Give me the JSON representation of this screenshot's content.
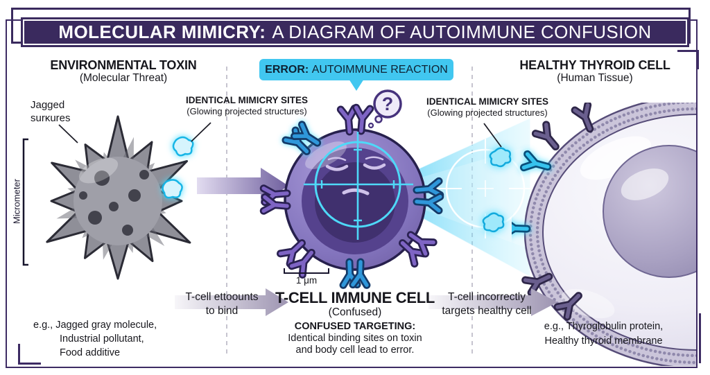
{
  "title": {
    "lead": "MOLECULAR MIMICRY:",
    "rest": "A DIAGRAM OF AUTOIMMUNE CONFUSION"
  },
  "toxin": {
    "heading": "ENVIRONMENTAL TOXIN",
    "subheading": "(Molecular Threat)",
    "surface_label": [
      "Jagged",
      "surĸures"
    ],
    "axis_label": "Micrometer",
    "examples": [
      "e.g., Jagged gray molecule,",
      "Industrial pollutant,",
      "Food additive"
    ]
  },
  "error_banner": {
    "lead": "ERROR:",
    "rest": "AUTOIMMUNE REACTION"
  },
  "mimicry_left": {
    "title": "IDENTICAL MIMICRY SITES",
    "subtitle": "(Glowing projected structures)"
  },
  "mimicry_right": {
    "title": "IDENTICAL MIMICRY SITES",
    "subtitle": "(Glowing projected structures)"
  },
  "tcell": {
    "heading": "T-CELL IMMUNE CELL",
    "subheading": "(Confused)",
    "note_title": "CONFUSED TARGETING:",
    "note_lines": [
      "Identical binding sites on toxin",
      "and body cell lead to error."
    ],
    "scale_label": "1 μm",
    "thought_mark": "?"
  },
  "flow": {
    "left_arrow": [
      "T-cell ettoounts",
      "to bind"
    ],
    "right_arrow": [
      "T-cell incorrectly",
      "targets healthy cell"
    ]
  },
  "thyroid": {
    "heading": "HEALTHY THYROID CELL",
    "subheading": "(Human Tissue)",
    "examples": [
      "e.g., Thyroglobulin protein,",
      "Healthy thyroid membrane"
    ]
  },
  "colors": {
    "frame_purple": "#3a2a5e",
    "banner_cyan": "#41c7f0",
    "beam_cyan": "#55d4f5",
    "tcell_purple": "#55428d",
    "toxin_gray": "#8f8f98"
  }
}
